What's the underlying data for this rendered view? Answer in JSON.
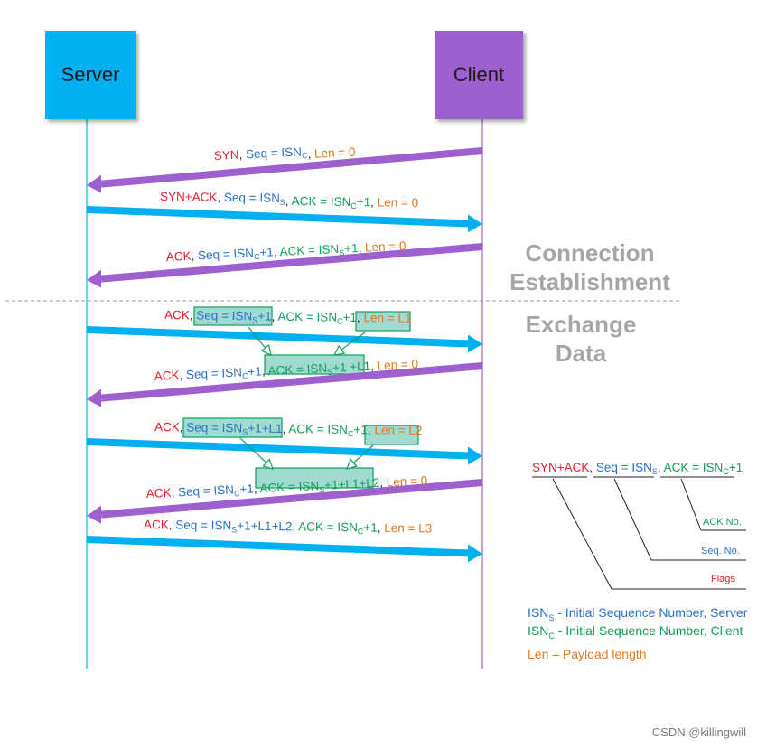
{
  "participants": {
    "server": {
      "label": "Server",
      "color": "#00b0f0"
    },
    "client": {
      "label": "Client",
      "color": "#9e5fcf"
    }
  },
  "colors": {
    "flags": "#e8202a",
    "seq": "#2a72c8",
    "ack": "#12a05a",
    "len": "#e07820",
    "box_fill": "#8fd3c8",
    "box_stroke": "#12a05a",
    "section_text": "#a6a6a6"
  },
  "sections": {
    "connection": [
      "Connection",
      "Establishment"
    ],
    "exchange": [
      "Exchange",
      "Data"
    ]
  },
  "messages": [
    {
      "id": "m1",
      "from": "client",
      "flags": "SYN",
      "seq": "Seq = ISN",
      "seq_sub": "C",
      "seq_tail": "",
      "ack": "",
      "ack_sub": "",
      "ack_tail": "",
      "len": "Len = 0"
    },
    {
      "id": "m2",
      "from": "server",
      "flags": "SYN+ACK",
      "seq": "Seq = ISN",
      "seq_sub": "S",
      "seq_tail": "",
      "ack": "ACK = ISN",
      "ack_sub": "C",
      "ack_tail": "+1",
      "len": "Len = 0"
    },
    {
      "id": "m3",
      "from": "client",
      "flags": "ACK",
      "seq": "Seq = ISN",
      "seq_sub": "C",
      "seq_tail": "+1",
      "ack": "ACK = ISN",
      "ack_sub": "S",
      "ack_tail": "+1",
      "len": "Len = 0"
    },
    {
      "id": "m4",
      "from": "server",
      "flags": "ACK",
      "seq": "Seq = ISN",
      "seq_sub": "S",
      "seq_tail": "+1",
      "ack": "ACK = ISN",
      "ack_sub": "C",
      "ack_tail": "+1",
      "len": "Len = L1"
    },
    {
      "id": "m5",
      "from": "client",
      "flags": "ACK",
      "seq": "Seq = ISN",
      "seq_sub": "C",
      "seq_tail": "+1",
      "ack": "ACK = ISN",
      "ack_sub": "S",
      "ack_tail": "+1 +L1",
      "len": "Len = 0"
    },
    {
      "id": "m6",
      "from": "server",
      "flags": "ACK",
      "seq": "Seq = ISN",
      "seq_sub": "S",
      "seq_tail": "+1+L1",
      "ack": "ACK = ISN",
      "ack_sub": "C",
      "ack_tail": "+1",
      "len": "Len = L2"
    },
    {
      "id": "m7",
      "from": "client",
      "flags": "ACK",
      "seq": "Seq = ISN",
      "seq_sub": "C",
      "seq_tail": "+1",
      "ack": "ACK = ISN",
      "ack_sub": "S",
      "ack_tail": "+1+L1+L2",
      "len": "Len = 0"
    },
    {
      "id": "m8",
      "from": "server",
      "flags": "ACK",
      "seq": "Seq = ISN",
      "seq_sub": "S",
      "seq_tail": "+1+L1+L2",
      "ack": "ACK = ISN",
      "ack_sub": "C",
      "ack_tail": "+1",
      "len": "Len = L3"
    }
  ],
  "anatomy": {
    "flags": "SYN+ACK",
    "seq": "Seq = ISN",
    "seq_sub": "S",
    "ack": "ACK = ISN",
    "ack_sub": "C",
    "ack_tail": "+1",
    "label_ack": "ACK No.",
    "label_seq": "Seq. No.",
    "label_flags": "Flags"
  },
  "legend": {
    "isns_prefix": "ISN",
    "isns_sub": "S",
    "isns_text": " - Initial Sequence Number, Server",
    "isnc_prefix": "ISN",
    "isnc_sub": "C",
    "isnc_text": " - Initial Sequence Number, Client",
    "len_text": "Len – Payload length"
  },
  "watermark": "CSDN @killingwill"
}
